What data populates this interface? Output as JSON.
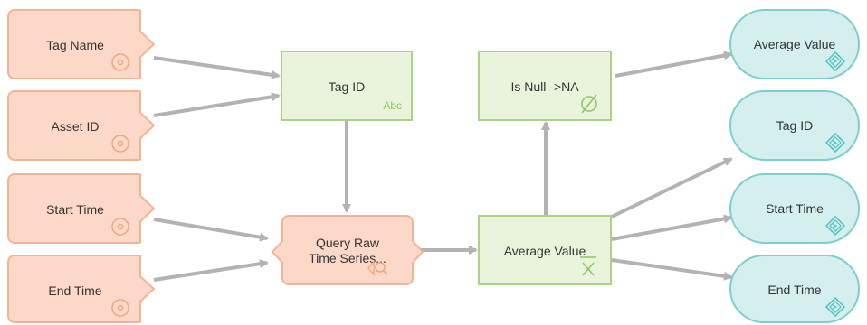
{
  "inputs": {
    "tag_name": "Tag Name",
    "asset_id": "Asset ID",
    "start_time": "Start Time",
    "end_time": "End Time"
  },
  "processes": {
    "tag_id": {
      "label": "Tag ID",
      "badge": "Abc"
    },
    "is_null": {
      "label": "Is Null ->NA",
      "badge_icon": "empty-set-icon"
    },
    "query": {
      "line1": "Query Raw",
      "line2": "Time Series...",
      "badge_icon": "search-icon"
    },
    "average": {
      "label": "Average Value",
      "badge_icon": "mean-x-bar-icon"
    }
  },
  "outputs": {
    "average_value": "Average Value",
    "tag_id": "Tag ID",
    "start_time": "Start Time",
    "end_time": "End Time"
  },
  "colors": {
    "input_fill": "#fbd8c8",
    "input_border": "#f2b497",
    "process_fill": "#eaf4dc",
    "process_border": "#a8d483",
    "output_fill": "#d5efef",
    "output_border": "#7dcfcf",
    "edge": "#b3b3b3"
  }
}
